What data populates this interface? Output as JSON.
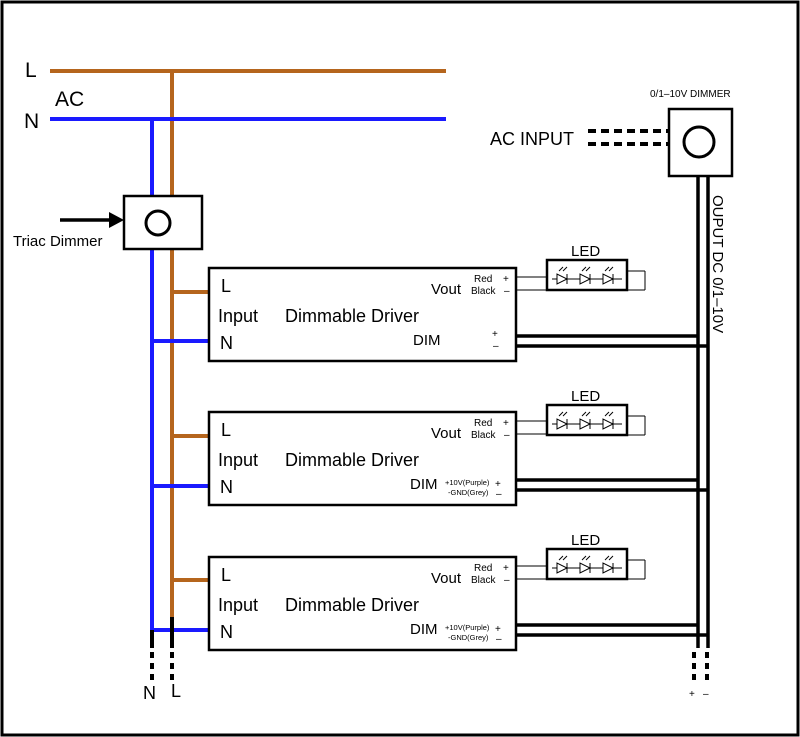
{
  "ac": {
    "L": "L",
    "N": "N",
    "title": "AC"
  },
  "triac": {
    "label": "Triac Dimmer"
  },
  "dimmer": {
    "title": "0/1–10V  DIMMER",
    "ac_input": "AC  INPUT",
    "output": "OUPUT  DC  0/1–10V"
  },
  "drivers": [
    {
      "L": "L",
      "N": "N",
      "input": "Input",
      "name": "Dimmable  Driver",
      "vout": "Vout",
      "red": "Red",
      "black": "Black",
      "dim": "DIM",
      "dim_plus": "+",
      "dim_minus": "–",
      "led": "LED"
    },
    {
      "L": "L",
      "N": "N",
      "input": "Input",
      "name": "Dimmable  Driver",
      "vout": "Vout",
      "red": "Red",
      "black": "Black",
      "dim": "DIM",
      "dim_plus": "+10V(Purple)",
      "dim_minus": "-GND(Grey)",
      "led": "LED"
    },
    {
      "L": "L",
      "N": "N",
      "input": "Input",
      "name": "Dimmable  Driver",
      "vout": "Vout",
      "red": "Red",
      "black": "Black",
      "dim": "DIM",
      "dim_plus": "+10V(Purple)",
      "dim_minus": "-GND(Grey)",
      "led": "LED"
    }
  ],
  "bottom": {
    "N": "N",
    "L": "L",
    "plus": "+",
    "minus": "–"
  },
  "colors": {
    "live": "#b5651d",
    "neutral": "#1a1aff",
    "line": "#000000"
  }
}
